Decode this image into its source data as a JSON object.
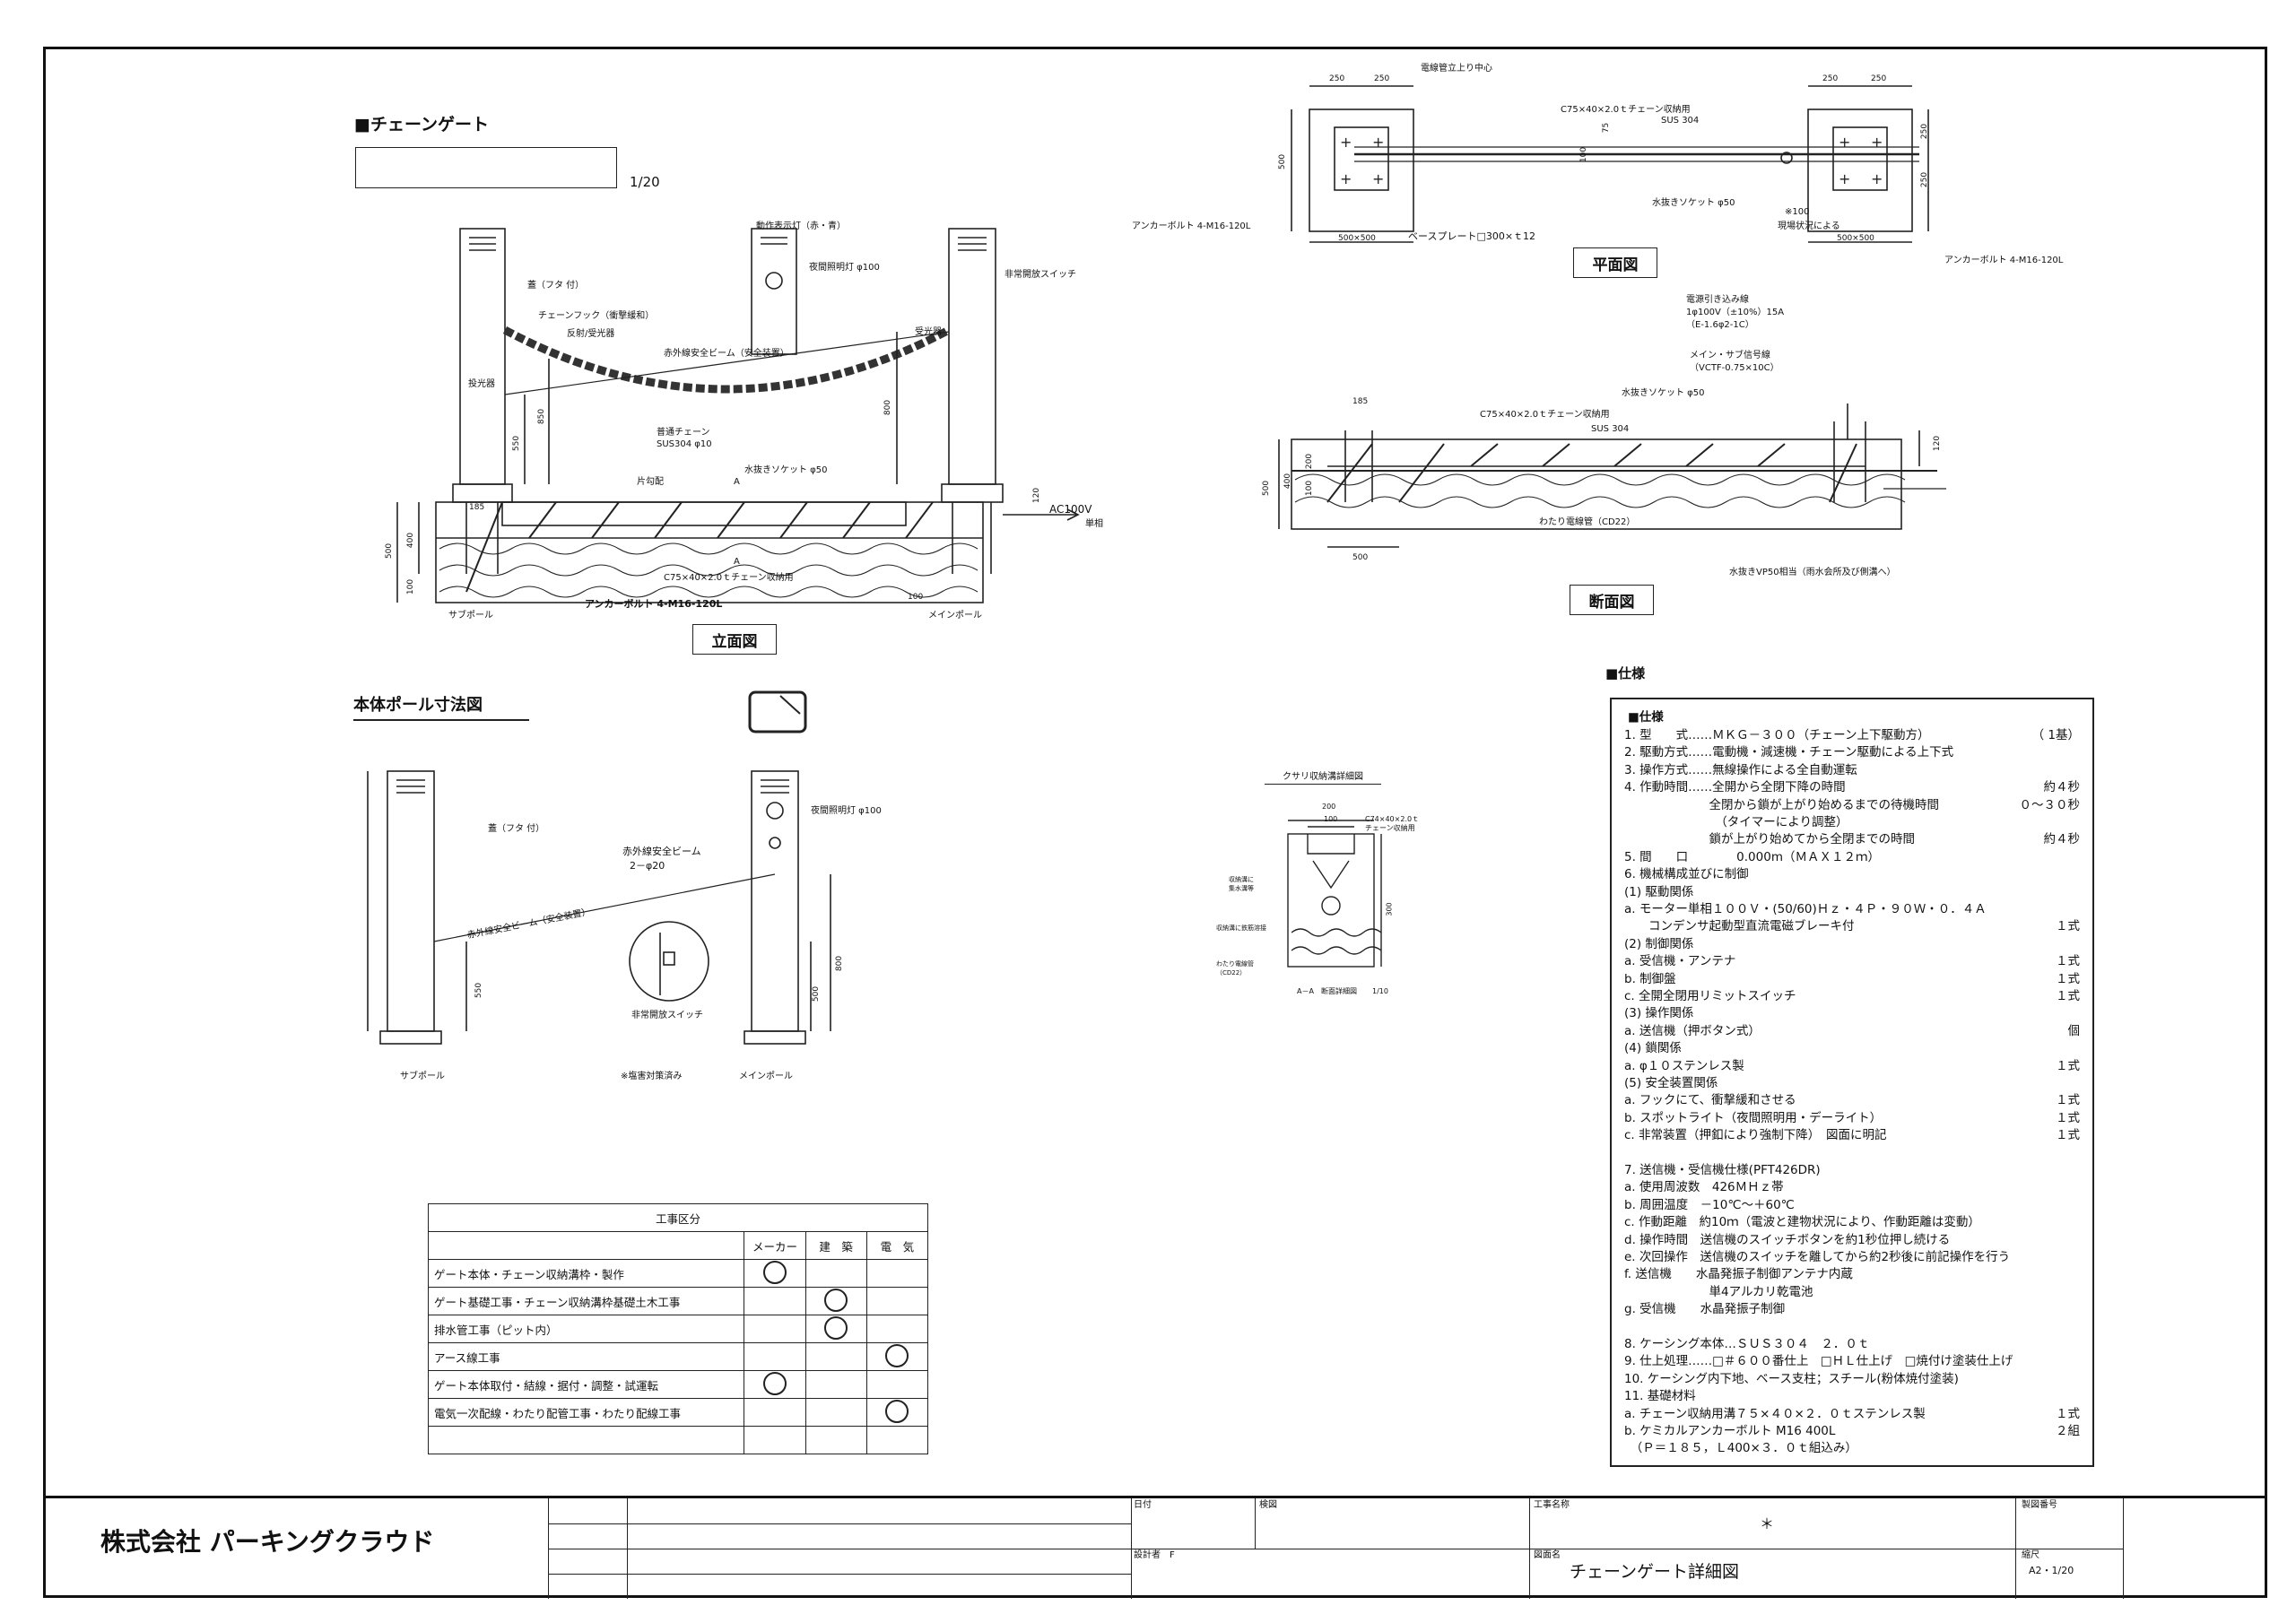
{
  "sections": {
    "chain_gate": "■チェーンゲート",
    "scale_top": "1/20",
    "pole_dims": "本体ポール寸法図",
    "spec": "■仕様",
    "chain_detail": "クサリ収納溝詳細図"
  },
  "views": {
    "elevation": "立面図",
    "plan": "平面図",
    "section": "断面図",
    "aa_section": "A－A　断面詳細図",
    "aa_scale": "1/10"
  },
  "elevation_labels": {
    "lid": "蓋（フタ 付）",
    "chain_hook": "チェーンフック（衝撃緩和）",
    "reflector": "反射/受光器",
    "beam": "赤外線安全ビーム（安全装置）",
    "projector": "投光器",
    "chain": "普通チェーン",
    "chain_mat": "SUS304 φ10",
    "status_light": "動作表示灯（赤・青）",
    "night_light": "夜間照明灯 φ100",
    "emergency": "非常開放スイッチ",
    "receiver": "受光器",
    "drain_socket": "水抜きソケット φ50",
    "slope": "片勾配",
    "ac": "AC100V",
    "ac_sub": "単相",
    "channel": "C75×40×2.0ｔチェーン収納用",
    "anchor": "アンカーボルト 4-M16-120L",
    "sub_pole": "サブポール",
    "main_pole": "メインポール",
    "mark_a": "A",
    "dims": [
      "550",
      "850",
      "800",
      "500",
      "400",
      "100",
      "185",
      "120",
      "100"
    ]
  },
  "plan_labels": {
    "conduit_center": "電線管立上り中心",
    "channel": "C75×40×2.0ｔチェーン収納用",
    "channel_mat": "SUS 304",
    "anchor_left": "アンカーボルト 4-M16-120L",
    "base_plate": "ベースプレート□300×ｔ12",
    "drain": "水抜きソケット φ50",
    "note": "※100",
    "note2": "現場状況による",
    "anchor_right": "アンカーボルト 4-M16-120L",
    "dims": [
      "250",
      "250",
      "250",
      "250",
      "500",
      "500×500",
      "500×500",
      "250",
      "250",
      "100",
      "75"
    ]
  },
  "section_labels": {
    "power": "電源引き込み線",
    "power_spec": "1φ100V（±10%）15A",
    "power_spec2": "（E-1.6φ2-1C）",
    "signal": "メイン・サブ信号線",
    "signal_spec": "（VCTF-0.75×10C）",
    "drain": "水抜きソケット φ50",
    "channel": "C75×40×2.0ｔチェーン収納用",
    "channel_mat": "SUS 304",
    "conduit": "わたり電線管（CD22）",
    "drain_pipe": "水抜きVP50相当（雨水会所及び側溝へ）",
    "dims": [
      "185",
      "500",
      "400",
      "200",
      "100",
      "500",
      "120"
    ]
  },
  "pole_labels": {
    "lid": "蓋（フタ 付）",
    "beam": "赤外線安全ビーム",
    "beam_spec": "2－φ20",
    "beam_line": "赤外線安全ビーム（安全装置）",
    "night_light": "夜間照明灯 φ100",
    "emergency": "非常開放スイッチ",
    "salt": "※塩害対策済み",
    "sub_pole": "サブポール",
    "main_pole": "メインポール",
    "dims": [
      "550",
      "800",
      "500"
    ]
  },
  "detail_labels": {
    "w200": "200",
    "w100": "100",
    "channel": "C74×40×2.0ｔ",
    "channel2": "チェーン収納用",
    "l1": "収納溝に",
    "l1b": "集水溝等",
    "l2": "収納溝に鉄筋溶接",
    "l3": "わたり電線管",
    "l3b": "（CD22）",
    "d": "300"
  },
  "spec": {
    "title": "■仕様",
    "lines": [
      {
        "t": "1. 型　　式……ＭＫＧ－３００（チェーン上下駆動方）",
        "r": "（ 1基）"
      },
      {
        "t": "2. 駆動方式……電動機・減速機・チェーン駆動による上下式",
        "r": ""
      },
      {
        "t": "3. 操作方式……無線操作による全自動運転",
        "r": ""
      },
      {
        "t": "4. 作動時間……全開から全閉下降の時間",
        "r": "約４秒"
      },
      {
        "t": "　　　　　　　全閉から鎖が上がり始めるまでの待機時間",
        "r": "０～３０秒"
      },
      {
        "t": "　　　　　　　　（タイマーにより調整）",
        "r": ""
      },
      {
        "t": "　　　　　　　鎖が上がり始めてから全閉までの時間",
        "r": "約４秒"
      },
      {
        "t": "5. 間　　口　　　　0.000m（ＭＡＸ１２ｍ）",
        "r": ""
      },
      {
        "t": "6. 機械構成並びに制御",
        "r": ""
      },
      {
        "t": " (1) 駆動関係",
        "r": ""
      },
      {
        "t": " a. モーター単相１００Ｖ・(50/60)Ｈｚ・４Ｐ・９０Ｗ・０．４Ａ",
        "r": ""
      },
      {
        "t": "　　コンデンサ起動型直流電磁ブレーキ付",
        "r": "１式"
      },
      {
        "t": " (2) 制御関係",
        "r": ""
      },
      {
        "t": " a. 受信機・アンテナ",
        "r": "１式"
      },
      {
        "t": " b. 制御盤",
        "r": "１式"
      },
      {
        "t": " c. 全開全閉用リミットスイッチ",
        "r": "１式"
      },
      {
        "t": " (3) 操作関係",
        "r": ""
      },
      {
        "t": " a. 送信機（押ボタン式）",
        "r": "個"
      },
      {
        "t": " (4) 鎖関係",
        "r": ""
      },
      {
        "t": " a. φ１０ステンレス製",
        "r": "１式"
      },
      {
        "t": " (5) 安全装置関係",
        "r": ""
      },
      {
        "t": " a. フックにて、衝撃緩和させる",
        "r": "１式"
      },
      {
        "t": " b. スポットライト（夜間照明用・デーライト）",
        "r": "１式"
      },
      {
        "t": " c. 非常装置（押釦により強制下降）　図面に明記",
        "r": "１式"
      },
      {
        "t": "",
        "r": ""
      },
      {
        "t": "7. 送信機・受信機仕様(PFT426DR)",
        "r": ""
      },
      {
        "t": " a. 使用周波数　426ＭＨｚ帯",
        "r": ""
      },
      {
        "t": " b. 周囲温度　－10℃～＋60℃",
        "r": ""
      },
      {
        "t": " c. 作動距離　約10ｍ（電波と建物状況により、作動距離は変動）",
        "r": ""
      },
      {
        "t": " d. 操作時間　送信機のスイッチボタンを約1秒位押し続ける",
        "r": ""
      },
      {
        "t": " e. 次回操作　送信機のスイッチを離してから約2秒後に前記操作を行う",
        "r": ""
      },
      {
        "t": " f. 送信機　　水晶発振子制御アンテナ内蔵",
        "r": ""
      },
      {
        "t": "　　　　　　　単4アルカリ乾電池",
        "r": ""
      },
      {
        "t": " g. 受信機　　水晶発振子制御",
        "r": ""
      },
      {
        "t": "",
        "r": ""
      },
      {
        "t": "8. ケーシング本体…ＳＵＳ３０４　２．０ｔ",
        "r": ""
      },
      {
        "t": "9. 仕上処理……□＃６００番仕上　□ＨＬ仕上げ　□焼付け塗装仕上げ",
        "r": ""
      },
      {
        "t": "10. ケーシング内下地、ベース支柱；スチール(粉体焼付塗装)",
        "r": ""
      },
      {
        "t": "11. 基礎材料",
        "r": ""
      },
      {
        "t": " a. チェーン収納用溝７５×４０×２．０ｔステンレス製",
        "r": "１式"
      },
      {
        "t": " b. ケミカルアンカーボルト M16 400L",
        "r": "２組"
      },
      {
        "t": "　（Ｐ＝１８５，Ｌ400×３．０ｔ組込み）",
        "r": ""
      }
    ]
  },
  "work_table": {
    "title": "工事区分",
    "headers": [
      "メーカー",
      "建　築",
      "電　気"
    ],
    "rows": [
      {
        "label": "ゲート本体・チェーン収納溝枠・製作",
        "marks": [
          true,
          false,
          false
        ]
      },
      {
        "label": "ゲート基礎工事・チェーン収納溝枠基礎土木工事",
        "marks": [
          false,
          true,
          false
        ]
      },
      {
        "label": "排水管工事（ピット内）",
        "marks": [
          false,
          true,
          false
        ]
      },
      {
        "label": "アース線工事",
        "marks": [
          false,
          false,
          true
        ]
      },
      {
        "label": "ゲート本体取付・結線・据付・調整・試運転",
        "marks": [
          true,
          false,
          false
        ]
      },
      {
        "label": "電気一次配線・わたり配管工事・わたり配線工事",
        "marks": [
          false,
          false,
          true
        ]
      },
      {
        "label": "",
        "marks": [
          false,
          false,
          false
        ]
      }
    ]
  },
  "title_block": {
    "company": "株式会社 パーキングクラウド",
    "date_label": "日付",
    "check_label": "検図",
    "designer_label": "設計者　F",
    "project_label": "工事名称",
    "project_value": "＊",
    "drawing_label": "図面名",
    "drawing_value": "チェーンゲート詳細図",
    "number_label": "製図番号",
    "scale_label": "縮尺",
    "scale_value": "A2・1/20"
  }
}
